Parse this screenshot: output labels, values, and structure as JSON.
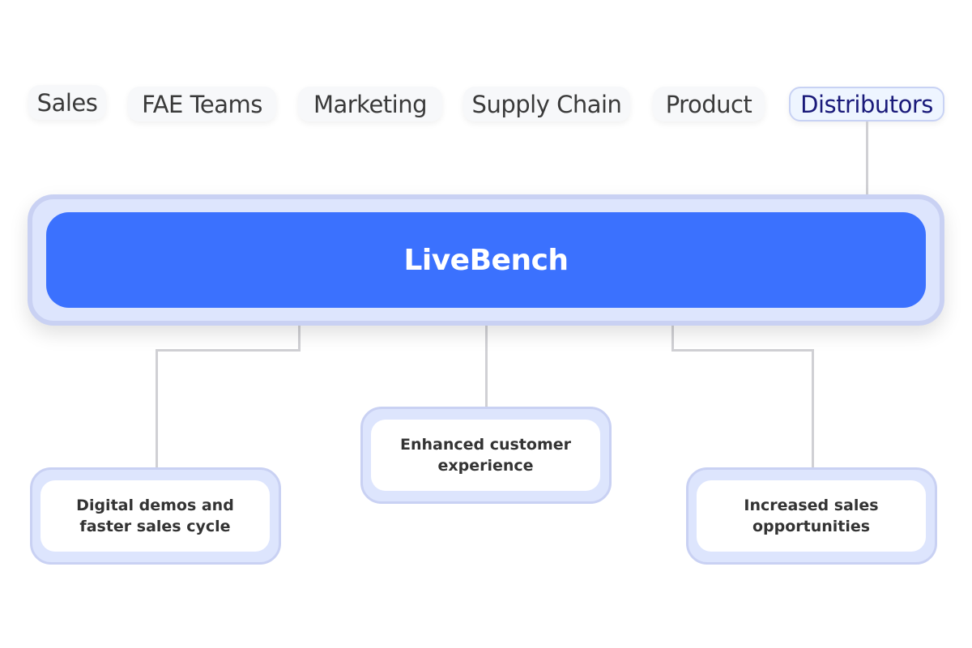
{
  "teams": [
    "Sales",
    "FAE Teams",
    "Marketing",
    "Supply Chain",
    "Product",
    "Distributors"
  ],
  "active_team": "Distributors",
  "center": {
    "title": "LiveBench"
  },
  "benefits": [
    {
      "line1": "Digital demos and",
      "line2": "faster sales cycle"
    },
    {
      "line1": "Enhanced customer",
      "line2": "experience"
    },
    {
      "line1": "Increased sales",
      "line2": "opportunities"
    }
  ],
  "colors": {
    "accent": "#3b71fe",
    "frame": "#dde5fd",
    "frame_border": "#c9d1f3",
    "connector": "#d0d0d4",
    "active_text": "#1a1a7a"
  }
}
